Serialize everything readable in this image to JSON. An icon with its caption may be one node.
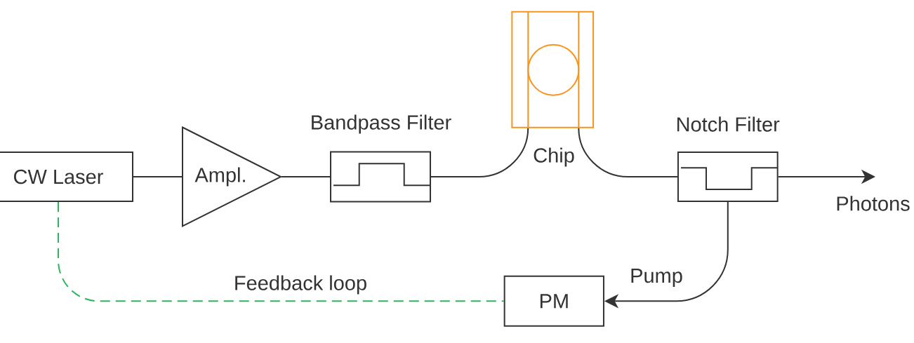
{
  "diagram": {
    "nodes": [
      {
        "text": [
          "CW Laser"
        ]
      },
      {
        "text": [
          "Ampl."
        ]
      },
      {
        "text": [
          "Bandpass Filter"
        ]
      },
      {
        "text": [
          "Chip"
        ]
      },
      {
        "text": [
          "Notch Filter"
        ]
      },
      {
        "text": [
          "PM"
        ]
      }
    ],
    "edges": [
      {
        "from": 0,
        "to": 1,
        "arrow": "none"
      },
      {
        "from": 1,
        "to": 2,
        "arrow": "none"
      },
      {
        "from": 2,
        "to": 3,
        "arrow": "none"
      },
      {
        "from": 3,
        "to": 4,
        "arrow": "none"
      },
      {
        "from": 4,
        "to": null,
        "arrow": "to",
        "label": "Photons"
      },
      {
        "from": 4,
        "to": 5,
        "arrow": "to",
        "label": "Pump"
      },
      {
        "from": 0,
        "to": 5,
        "arrow": "none",
        "label": "Feedback loop",
        "style": "dashed",
        "color": "#2eb35e"
      }
    ]
  }
}
